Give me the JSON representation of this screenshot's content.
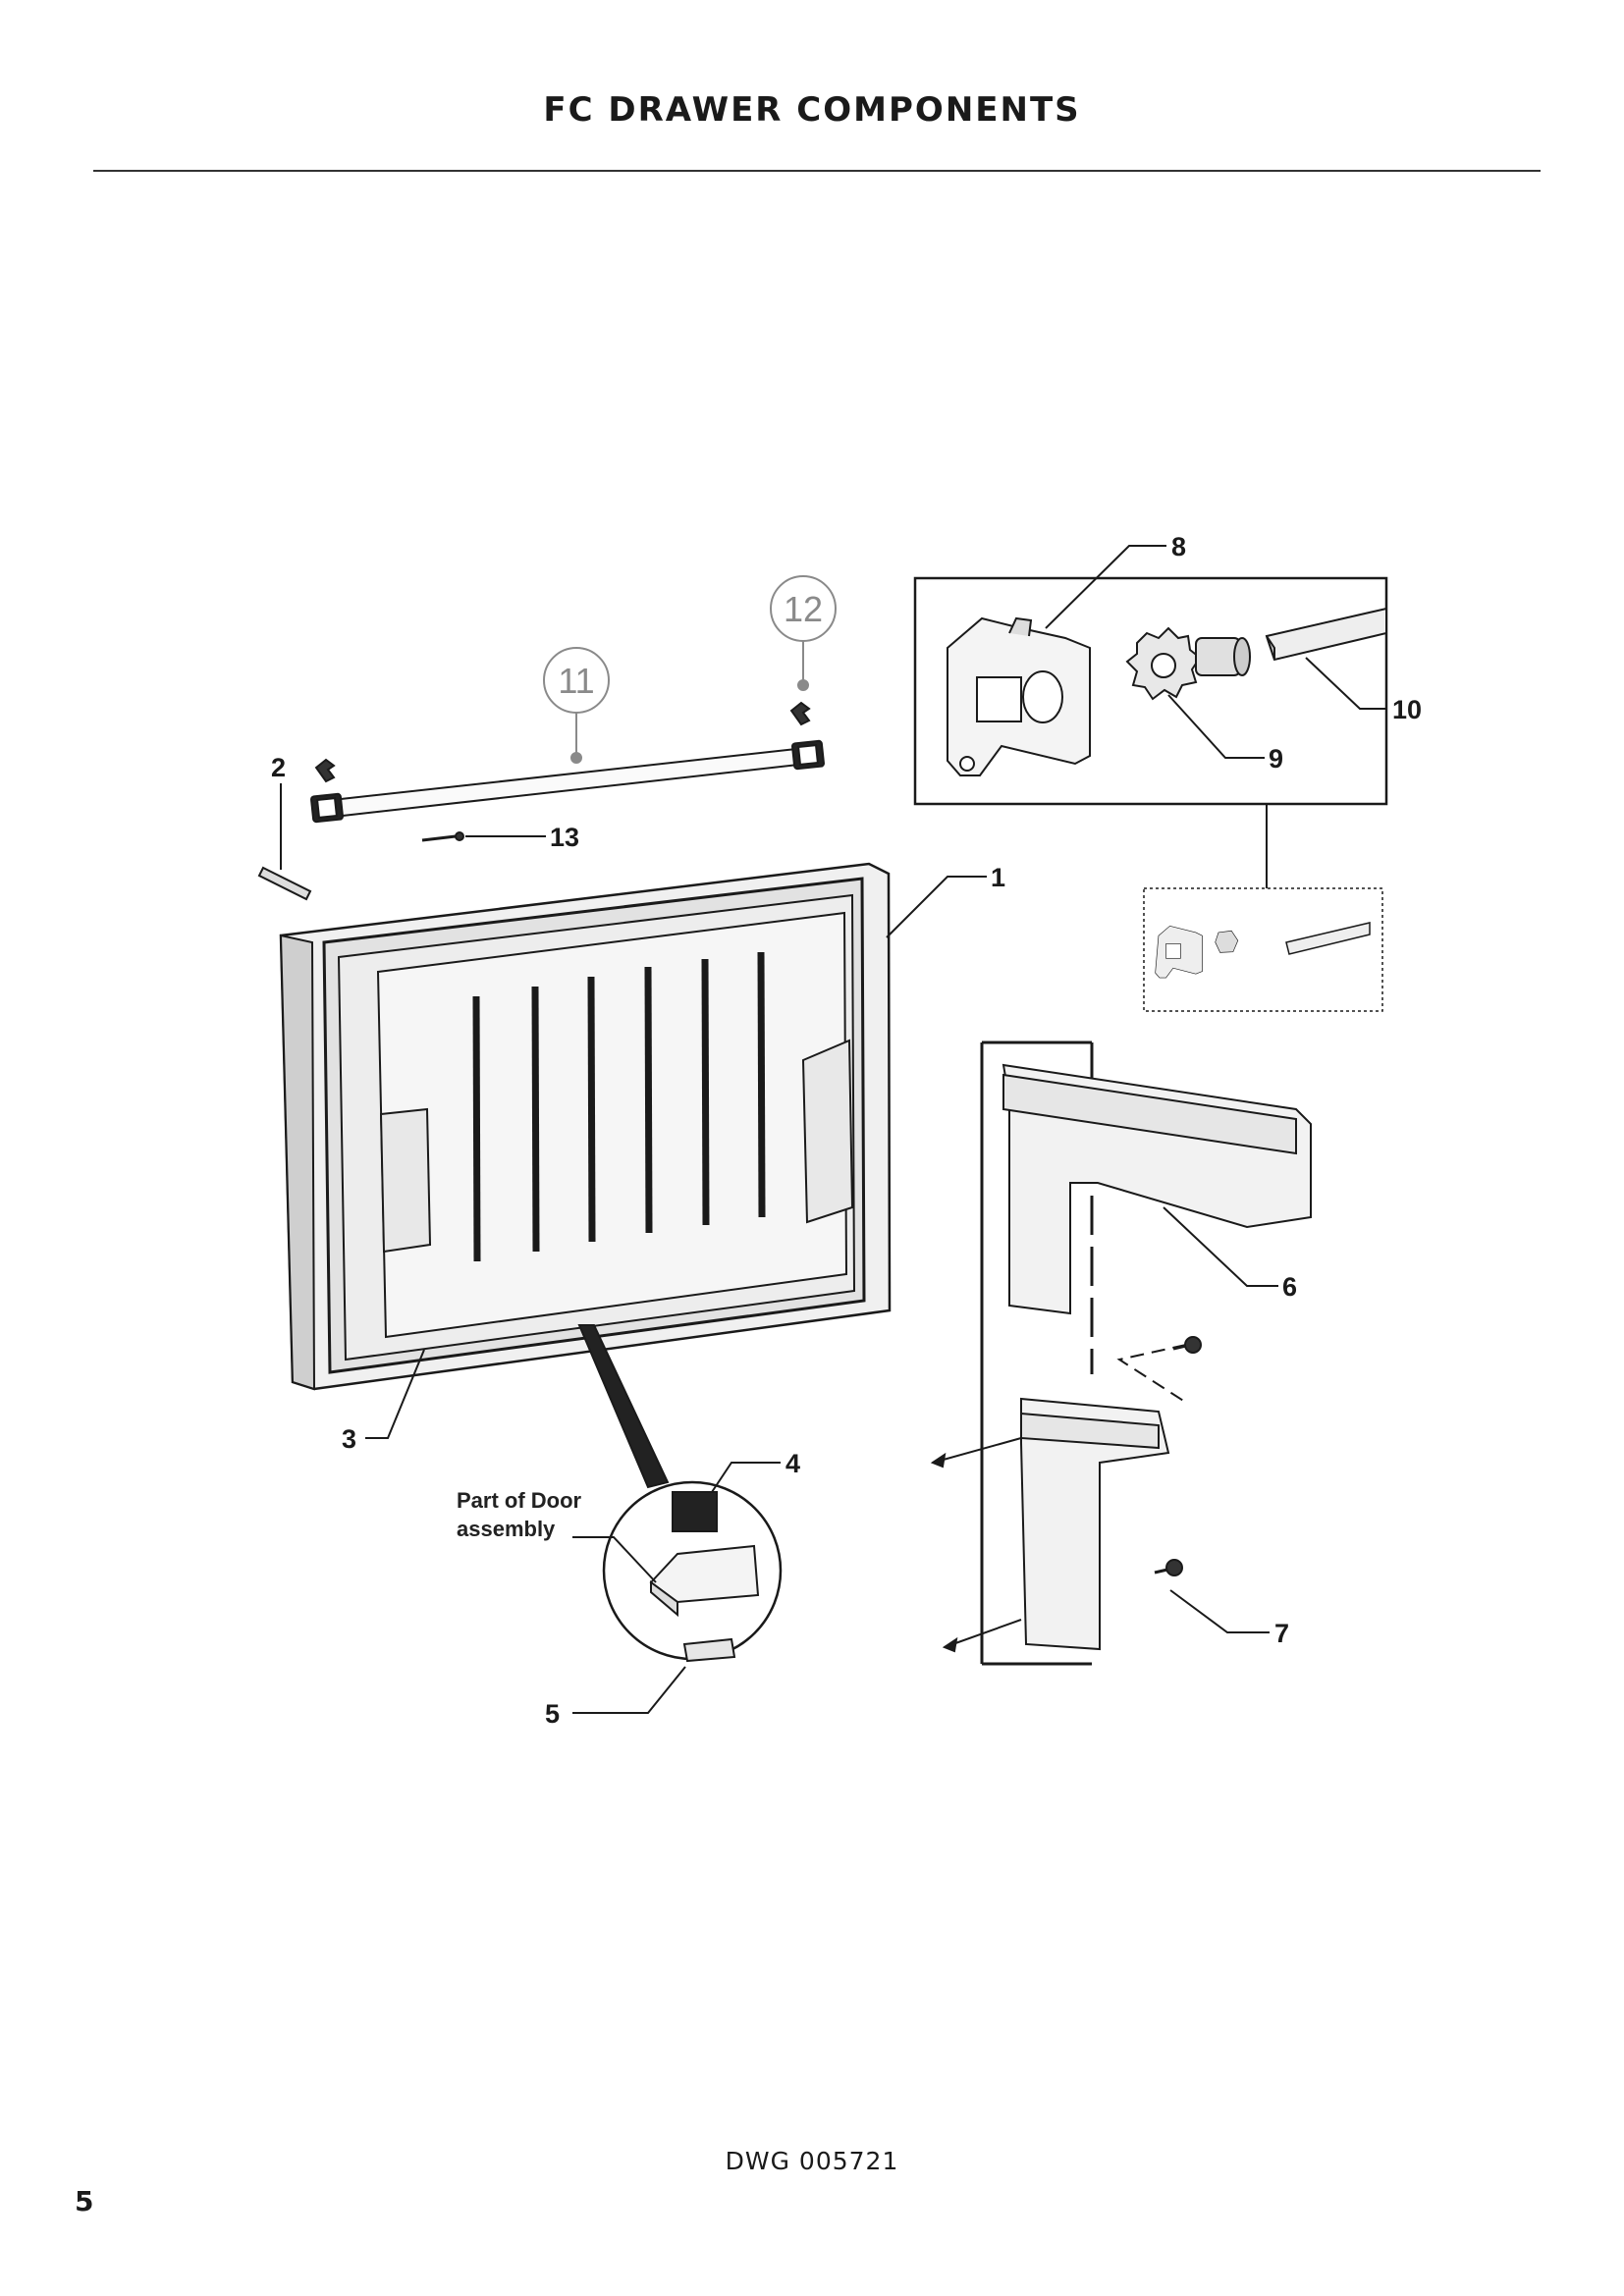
{
  "page": {
    "title": "FC DRAWER COMPONENTS",
    "drawing_number": "DWG 005721",
    "page_number": "5"
  },
  "callouts": [
    {
      "id": "callout-1",
      "label": "1"
    },
    {
      "id": "callout-2",
      "label": "2"
    },
    {
      "id": "callout-3",
      "label": "3"
    },
    {
      "id": "callout-4",
      "label": "4"
    },
    {
      "id": "callout-5",
      "label": "5"
    },
    {
      "id": "callout-6",
      "label": "6"
    },
    {
      "id": "callout-7",
      "label": "7"
    },
    {
      "id": "callout-8",
      "label": "8"
    },
    {
      "id": "callout-9",
      "label": "9"
    },
    {
      "id": "callout-10",
      "label": "10"
    },
    {
      "id": "callout-11",
      "label": "11"
    },
    {
      "id": "callout-12",
      "label": "12"
    },
    {
      "id": "callout-13",
      "label": "13"
    }
  ],
  "notes": {
    "door_assembly_line1": "Part of Door",
    "door_assembly_line2": "assembly"
  },
  "colors": {
    "line": "#1a1a1a",
    "circle_callout": "#8a8a8a"
  }
}
